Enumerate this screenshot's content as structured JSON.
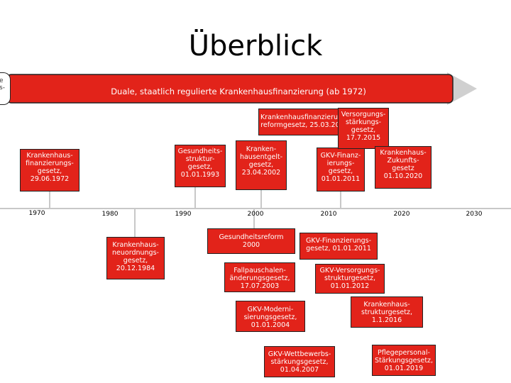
{
  "title": "Überblick",
  "edge_text": "e\ns-",
  "band": {
    "label": "Duale, staatlich regulierte Krankenhausfinanzierung (ab 1972)"
  },
  "years": [
    "1970",
    "1980",
    "1990",
    "2000",
    "2010",
    "2020",
    "2030"
  ],
  "above_boxes": [
    {
      "text": "Krankenhaus-\nfinanzierungs-\ngesetz,\n29.06.1972"
    },
    {
      "text": "Gesundheits-\nstruktur-\ngesetz,\n01.01.1993"
    },
    {
      "text": "Kranken-\nhausentgelt-\ngesetz,\n23.04.2002"
    },
    {
      "text": "Krankenhausfinanzierungs-\nreformgesetz, 25.03.2009"
    },
    {
      "text": "GKV-Finanz-\nierungs-\ngesetz,\n01.01.2011"
    },
    {
      "text": "Versorgungs-\nstärkungs-\ngesetz,\n17.7.2015"
    },
    {
      "text": "Krankenhaus-\nZukunfts-\ngesetz\n01.10.2020"
    }
  ],
  "below_boxes": [
    {
      "text": "Krankenhaus-\nneuordnungs-\ngesetz,\n20.12.1984"
    },
    {
      "text": "Gesundheitsreform 2000"
    },
    {
      "text": "GKV-Finanzierungs-\ngesetz, 01.01.2011"
    },
    {
      "text": "Fallpauschalen-\nänderungsgesetz,\n17.07.2003"
    },
    {
      "text": "GKV-Versorgungs-\nstrukturgesetz,\n01.01.2012"
    },
    {
      "text": "GKV-Moderni-\nsierungsgesetz,\n01.01.2004"
    },
    {
      "text": "Krankenhaus-\nstrukturgesetz,\n1.1.2016"
    },
    {
      "text": "GKV-Wettbewerbs-\nstärkungsgesetz,\n01.04.2007"
    },
    {
      "text": "Pflegepersonal-\nStärkungsgesetz,\n01.01.2019"
    }
  ],
  "colors": {
    "box": "#e2231a",
    "box_text": "#ffffff",
    "outline": "#222222",
    "arrow_tip": "#d0d0d0",
    "timeline": "#c8c8c8"
  }
}
